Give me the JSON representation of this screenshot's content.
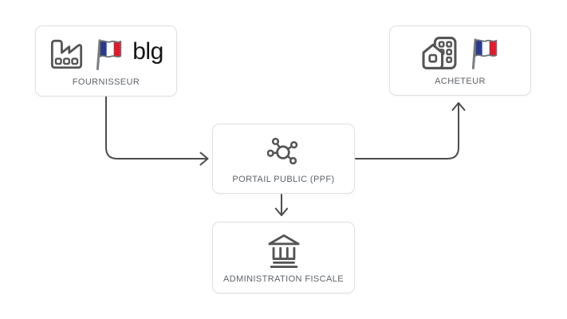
{
  "nodes": {
    "fournisseur": {
      "label": "FOURNISSEUR",
      "logo_text": "blg",
      "icons": [
        "factory-icon",
        "france-flag-icon",
        "blg-logo"
      ]
    },
    "acheteur": {
      "label": "ACHETEUR",
      "icons": [
        "office-building-icon",
        "france-flag-icon"
      ]
    },
    "portail_public": {
      "label": "PORTAIL PUBLIC (PPF)",
      "icons": [
        "network-hub-icon"
      ]
    },
    "administration_fiscale": {
      "label": "ADMINISTRATION FISCALE",
      "icons": [
        "bank-icon"
      ]
    }
  },
  "edges": [
    {
      "from": "fournisseur",
      "to": "portail_public"
    },
    {
      "from": "portail_public",
      "to": "acheteur"
    },
    {
      "from": "portail_public",
      "to": "administration_fiscale"
    }
  ],
  "colors": {
    "background": "#ffffff",
    "box_border": "#e0e0e0",
    "box_fill": "#ffffff",
    "label_text": "#5f6368",
    "icon_stroke": "#555555",
    "arrow": "#4d4d4d",
    "flag_blue": "#2a3b8f",
    "flag_white": "#ffffff",
    "flag_red": "#df1b2c",
    "flag_pole": "#7d8288",
    "logo_text_color": "#141414"
  }
}
